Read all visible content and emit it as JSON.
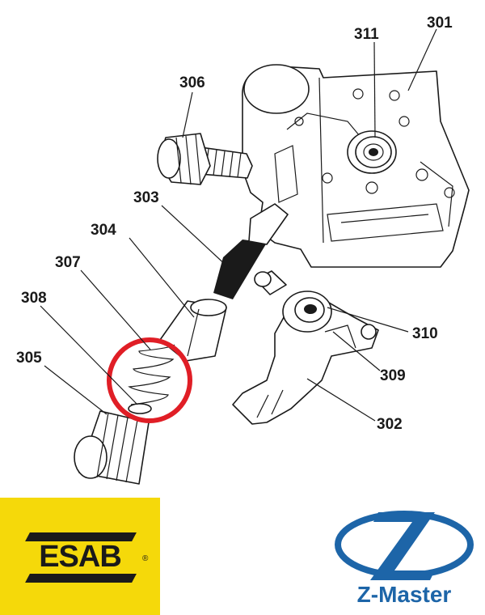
{
  "callouts": {
    "c301": "301",
    "c302": "302",
    "c303": "303",
    "c304": "304",
    "c305": "305",
    "c306": "306",
    "c307": "307",
    "c308": "308",
    "c309": "309",
    "c310": "310",
    "c311": "311"
  },
  "highlight": {
    "color": "#e01e26",
    "target": "307"
  },
  "logos": {
    "esab": {
      "text": "ESAB",
      "mark": "®",
      "background": "#f5d90a"
    },
    "zmaster": {
      "text": "Z-Master",
      "color": "#1d65a8"
    }
  }
}
